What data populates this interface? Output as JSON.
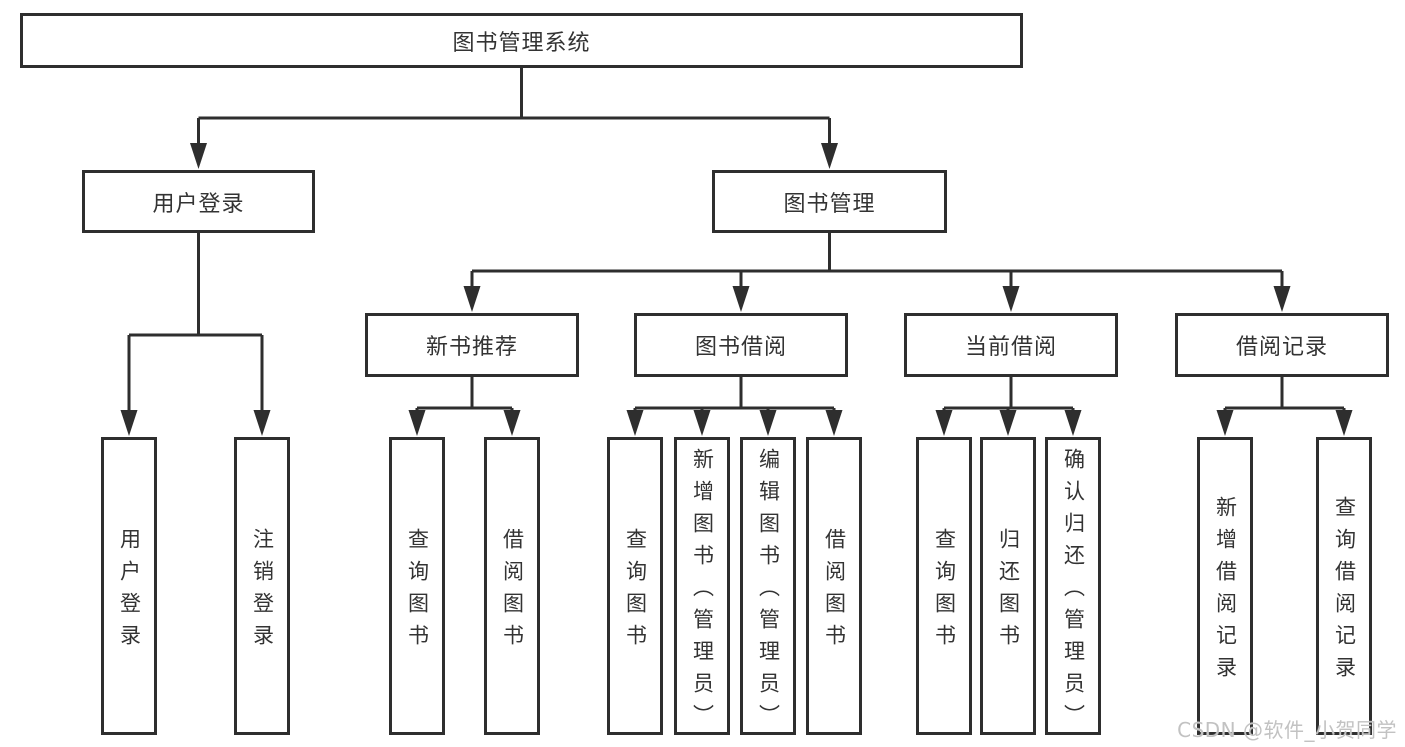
{
  "tree": {
    "root": "图书管理系统",
    "branches": [
      {
        "label": "用户登录",
        "children": [
          "用户登录",
          "注销登录"
        ]
      },
      {
        "label": "图书管理",
        "sections": [
          {
            "label": "新书推荐",
            "children": [
              "查询图书",
              "借阅图书"
            ]
          },
          {
            "label": "图书借阅",
            "children": [
              "查询图书",
              "新增图书（管理员）",
              "编辑图书（管理员）",
              "借阅图书"
            ]
          },
          {
            "label": "当前借阅",
            "children": [
              "查询图书",
              "归还图书",
              "确认归还（管理员）"
            ]
          },
          {
            "label": "借阅记录",
            "children": [
              "新增借阅记录",
              "查询借阅记录"
            ]
          }
        ]
      }
    ]
  },
  "watermark": {
    "text": "CSDN @软件_小贺同学"
  },
  "colors": {
    "line": "#2e2e2e",
    "text": "#333333",
    "background": "#ffffff",
    "watermark": "#c2c2c2"
  }
}
